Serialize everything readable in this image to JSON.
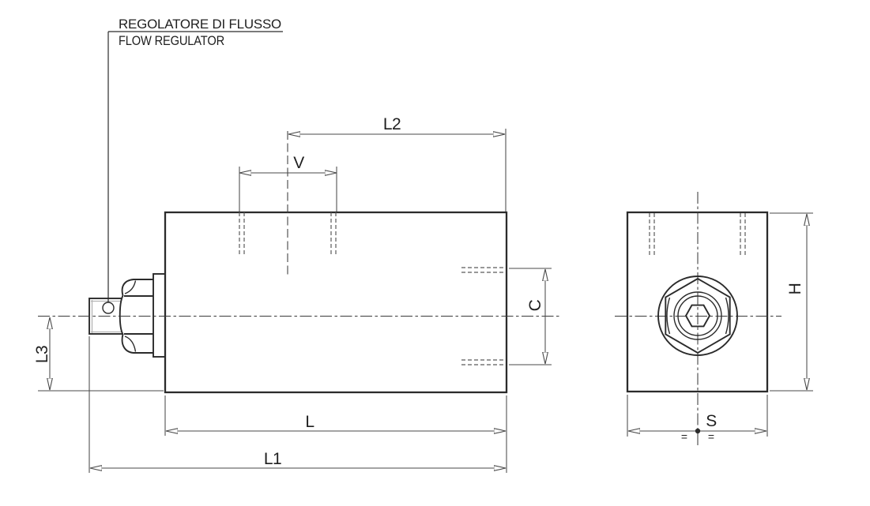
{
  "colors": {
    "background": "#ffffff",
    "outline": "#2b2b2b",
    "dimension_lines": "#4a4a4a",
    "text": "#1f1f1f"
  },
  "callout": {
    "line1": "REGOLATORE DI FLUSSO",
    "line2": "FLOW REGULATOR"
  },
  "labels": {
    "l2": "L2",
    "v": "V",
    "c": "C",
    "l": "L",
    "l1": "L1",
    "l3": "L3",
    "h": "H",
    "s": "S"
  },
  "symmetry_marks": {
    "left": "=",
    "right": "="
  }
}
